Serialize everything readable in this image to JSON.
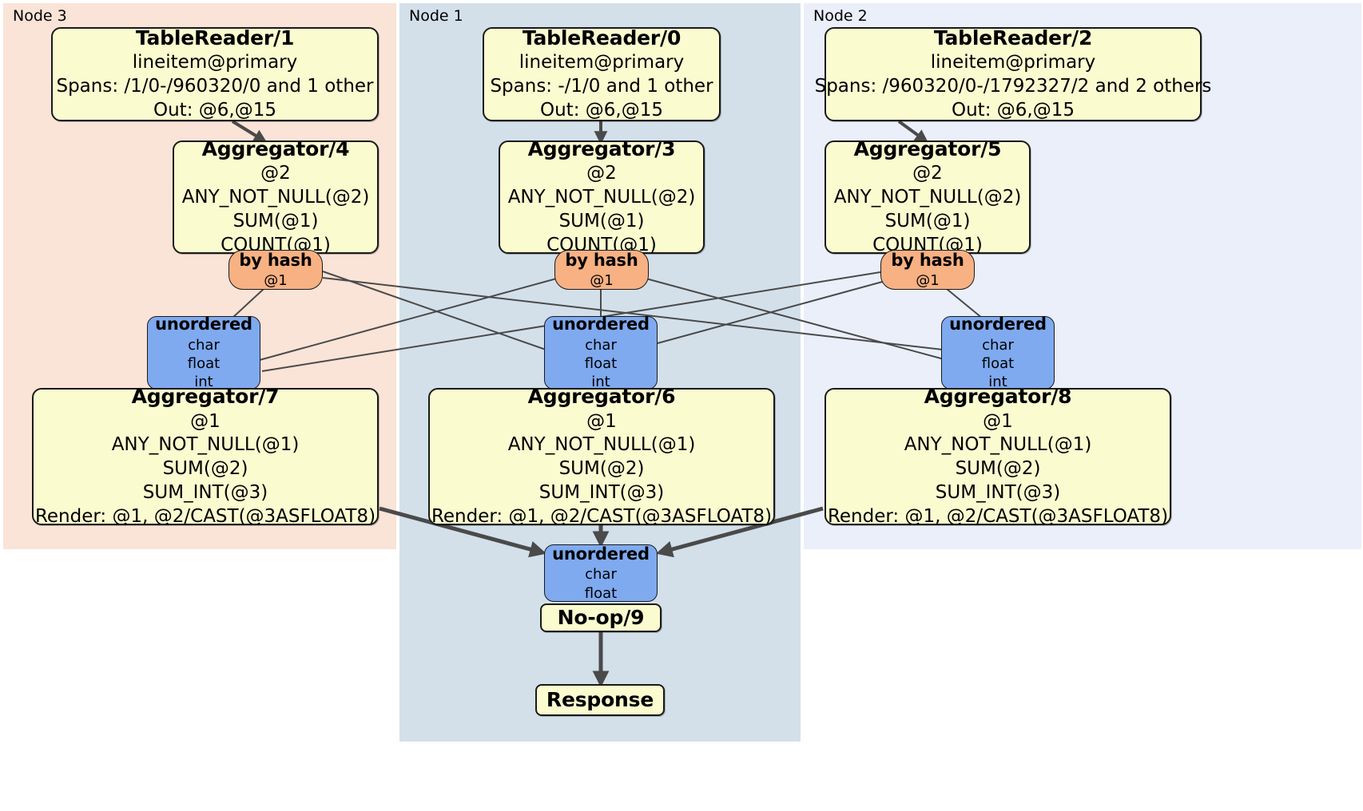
{
  "diagram": {
    "type": "distributed-query-plan",
    "title": "",
    "colors": {
      "node3_panel": "#fae3d7",
      "node1_panel": "#d3e0ea",
      "node2_panel": "#eaeffa",
      "processor_box": "#fbfbd0",
      "router_out": "#f7b183",
      "router_in": "#7faaf0",
      "edge": "#4a4a4a",
      "border": "#1a1a1a"
    }
  },
  "clusters": [
    {
      "id": "node3",
      "label": "Node 3"
    },
    {
      "id": "node1",
      "label": "Node 1"
    },
    {
      "id": "node2",
      "label": "Node 2"
    }
  ],
  "table_readers": {
    "node3": {
      "title": "TableReader/1",
      "lines": [
        "lineitem@primary",
        "Spans: /1/0-/960320/0 and 1 other",
        "Out: @6,@15"
      ]
    },
    "node1": {
      "title": "TableReader/0",
      "lines": [
        "lineitem@primary",
        "Spans: -/1/0 and 1 other",
        "Out: @6,@15"
      ]
    },
    "node2": {
      "title": "TableReader/2",
      "lines": [
        "lineitem@primary",
        "Spans: /960320/0-/1792327/2 and 2 others",
        "Out: @6,@15"
      ]
    }
  },
  "aggregators_stage1": {
    "node3": {
      "title": "Aggregator/4",
      "lines": [
        "@2",
        "ANY_NOT_NULL(@2)",
        "SUM(@1)",
        "COUNT(@1)"
      ]
    },
    "node1": {
      "title": "Aggregator/3",
      "lines": [
        "@2",
        "ANY_NOT_NULL(@2)",
        "SUM(@1)",
        "COUNT(@1)"
      ]
    },
    "node2": {
      "title": "Aggregator/5",
      "lines": [
        "@2",
        "ANY_NOT_NULL(@2)",
        "SUM(@1)",
        "COUNT(@1)"
      ]
    }
  },
  "routers_out": {
    "node3": {
      "title": "by hash",
      "lines": [
        "@1"
      ]
    },
    "node1": {
      "title": "by hash",
      "lines": [
        "@1"
      ]
    },
    "node2": {
      "title": "by hash",
      "lines": [
        "@1"
      ]
    }
  },
  "routers_in_stage1": {
    "node3": {
      "title": "unordered",
      "lines": [
        "char",
        "float",
        "int"
      ]
    },
    "node1": {
      "title": "unordered",
      "lines": [
        "char",
        "float",
        "int"
      ]
    },
    "node2": {
      "title": "unordered",
      "lines": [
        "char",
        "float",
        "int"
      ]
    }
  },
  "aggregators_stage2": {
    "node3": {
      "title": "Aggregator/7",
      "lines": [
        "@1",
        "ANY_NOT_NULL(@1)",
        "SUM(@2)",
        "SUM_INT(@3)",
        "Render: @1, @2/CAST(@3ASFLOAT8)"
      ]
    },
    "node1": {
      "title": "Aggregator/6",
      "lines": [
        "@1",
        "ANY_NOT_NULL(@1)",
        "SUM(@2)",
        "SUM_INT(@3)",
        "Render: @1, @2/CAST(@3ASFLOAT8)"
      ]
    },
    "node2": {
      "title": "Aggregator/8",
      "lines": [
        "@1",
        "ANY_NOT_NULL(@1)",
        "SUM(@2)",
        "SUM_INT(@3)",
        "Render: @1, @2/CAST(@3ASFLOAT8)"
      ]
    }
  },
  "final_router_in": {
    "title": "unordered",
    "lines": [
      "char",
      "float"
    ]
  },
  "noop": {
    "title": "No-op/9"
  },
  "response": {
    "title": "Response"
  }
}
